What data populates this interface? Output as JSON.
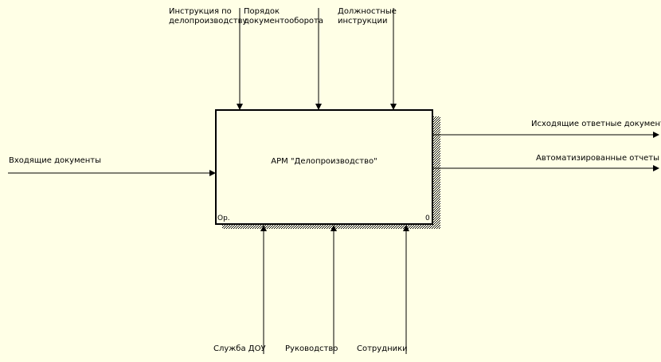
{
  "diagram": {
    "activity": {
      "title": "АРМ \"Делопроизводство\"",
      "node_label": "Ор.",
      "node_number": "0"
    },
    "controls": [
      {
        "label": "Инструкция по\nделопроизводству"
      },
      {
        "label": "Порядок\nдокументооборота"
      },
      {
        "label": "Должностные\nинструкции"
      }
    ],
    "inputs": [
      {
        "label": "Входящие документы"
      }
    ],
    "outputs": [
      {
        "label": "Исходящие ответные документы"
      },
      {
        "label": "Автоматизированные отчеты"
      }
    ],
    "mechanisms": [
      {
        "label": "Служба ДОУ"
      },
      {
        "label": "Руководство"
      },
      {
        "label": "Сотрудники"
      }
    ]
  }
}
